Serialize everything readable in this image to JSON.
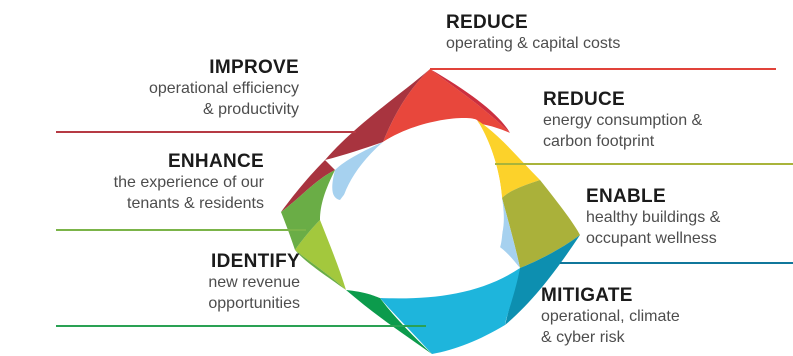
{
  "colors": {
    "red": "#e8473c",
    "dark_red": "#a8343f",
    "crimson": "#cc2f3e",
    "yellow": "#fcd22a",
    "olive": "#aab13a",
    "teal": "#0d8fb0",
    "cyan": "#1eb5dc",
    "light_blue": "#a6d1ef",
    "green": "#0c9b4c",
    "light_green": "#a3c83d",
    "mid_green": "#6aad46"
  },
  "items": [
    {
      "heading": "REDUCE",
      "desc_lines": [
        "operating & capital costs"
      ],
      "line_color": "#e1433a"
    },
    {
      "heading": "IMPROVE",
      "desc_lines": [
        "operational efficiency",
        "& productivity"
      ],
      "line_color": "#b63a44"
    },
    {
      "heading": "REDUCE",
      "desc_lines": [
        "energy consumption &",
        "carbon footprint"
      ],
      "line_color": "#a9b43b"
    },
    {
      "heading": "ENHANCE",
      "desc_lines": [
        "the experience of our",
        "tenants & residents"
      ],
      "line_color": "#7bb449"
    },
    {
      "heading": "ENABLE",
      "desc_lines": [
        "healthy buildings &",
        "occupant wellness"
      ],
      "line_color": "#10779b"
    },
    {
      "heading": "IDENTIFY",
      "desc_lines": [
        "new revenue",
        "opportunities"
      ],
      "line_color": "#2aa154"
    },
    {
      "heading": "MITIGATE",
      "desc_lines": [
        "operational, climate",
        "& cyber risk"
      ],
      "line_color": "#1aa7d4"
    }
  ]
}
